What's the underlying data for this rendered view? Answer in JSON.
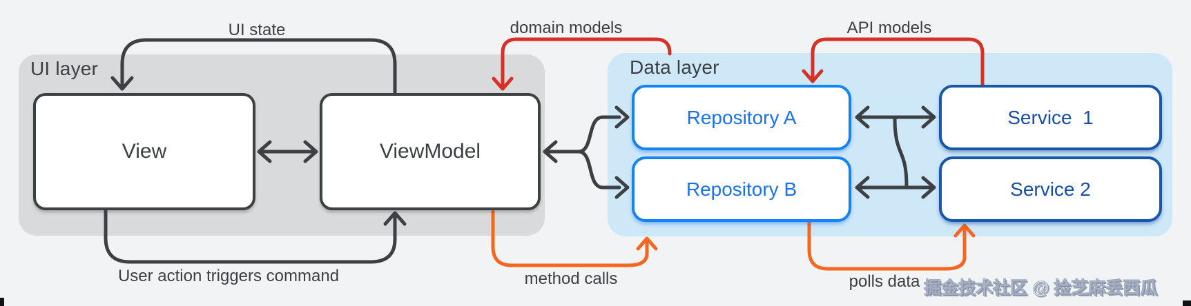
{
  "diagram": {
    "layers": {
      "ui_layer": {
        "label": "UI layer",
        "bg_color": "#d9dadb"
      },
      "data_layer": {
        "label": "Data layer",
        "bg_color": "#cfe8f8"
      }
    },
    "nodes": {
      "view": {
        "label": "View"
      },
      "viewmodel": {
        "label": "ViewModel"
      },
      "repository_a": {
        "label": "Repository A"
      },
      "repository_b": {
        "label": "Repository B"
      },
      "service_1": {
        "label": "Service  1"
      },
      "service_2": {
        "label": "Service 2"
      }
    },
    "arrows": {
      "ui_state": {
        "label": "UI state",
        "color": "#3c4043",
        "from": "ViewModel",
        "to": "View"
      },
      "domain_models": {
        "label": "domain models",
        "color": "#d93025",
        "from": "Data layer",
        "to": "ViewModel"
      },
      "api_models": {
        "label": "API models",
        "color": "#d93025",
        "from": "Service 1",
        "to": "Repository A"
      },
      "user_action": {
        "label": "User action triggers command",
        "color": "#3c4043",
        "from": "View",
        "to": "ViewModel"
      },
      "method_calls": {
        "label": "method calls",
        "color": "#f4671e",
        "from": "ViewModel",
        "to": "Data layer"
      },
      "polls_data": {
        "label": "polls data",
        "color": "#f4671e",
        "from": "Repository B",
        "to": "Service 2"
      },
      "view_viewmodel": {
        "label": "",
        "color": "#3c4043",
        "from": "View",
        "to": "ViewModel",
        "bidirectional": true
      },
      "viewmodel_repositories": {
        "label": "",
        "color": "#3c4043",
        "from": "ViewModel",
        "to": "Repository A / Repository B",
        "bidirectional": true
      },
      "repo_a_service_1": {
        "label": "",
        "color": "#3c4043",
        "from": "Repository A",
        "to": "Service 1",
        "bidirectional": true
      },
      "repo_b_service_2": {
        "label": "",
        "color": "#3c4043",
        "from": "Repository B",
        "to": "Service 2",
        "bidirectional": true
      }
    },
    "colors": {
      "background": "#f1f3f4",
      "dark_stroke": "#3c4043",
      "red_arrow": "#d93025",
      "orange_arrow": "#f4671e",
      "repository_border": "#1583f2",
      "repository_text": "#1a73e8",
      "service_border": "#1757a9",
      "service_text": "#174ea6"
    },
    "watermark": "掘金技术社区 @ 捡芝麻丢西瓜"
  }
}
